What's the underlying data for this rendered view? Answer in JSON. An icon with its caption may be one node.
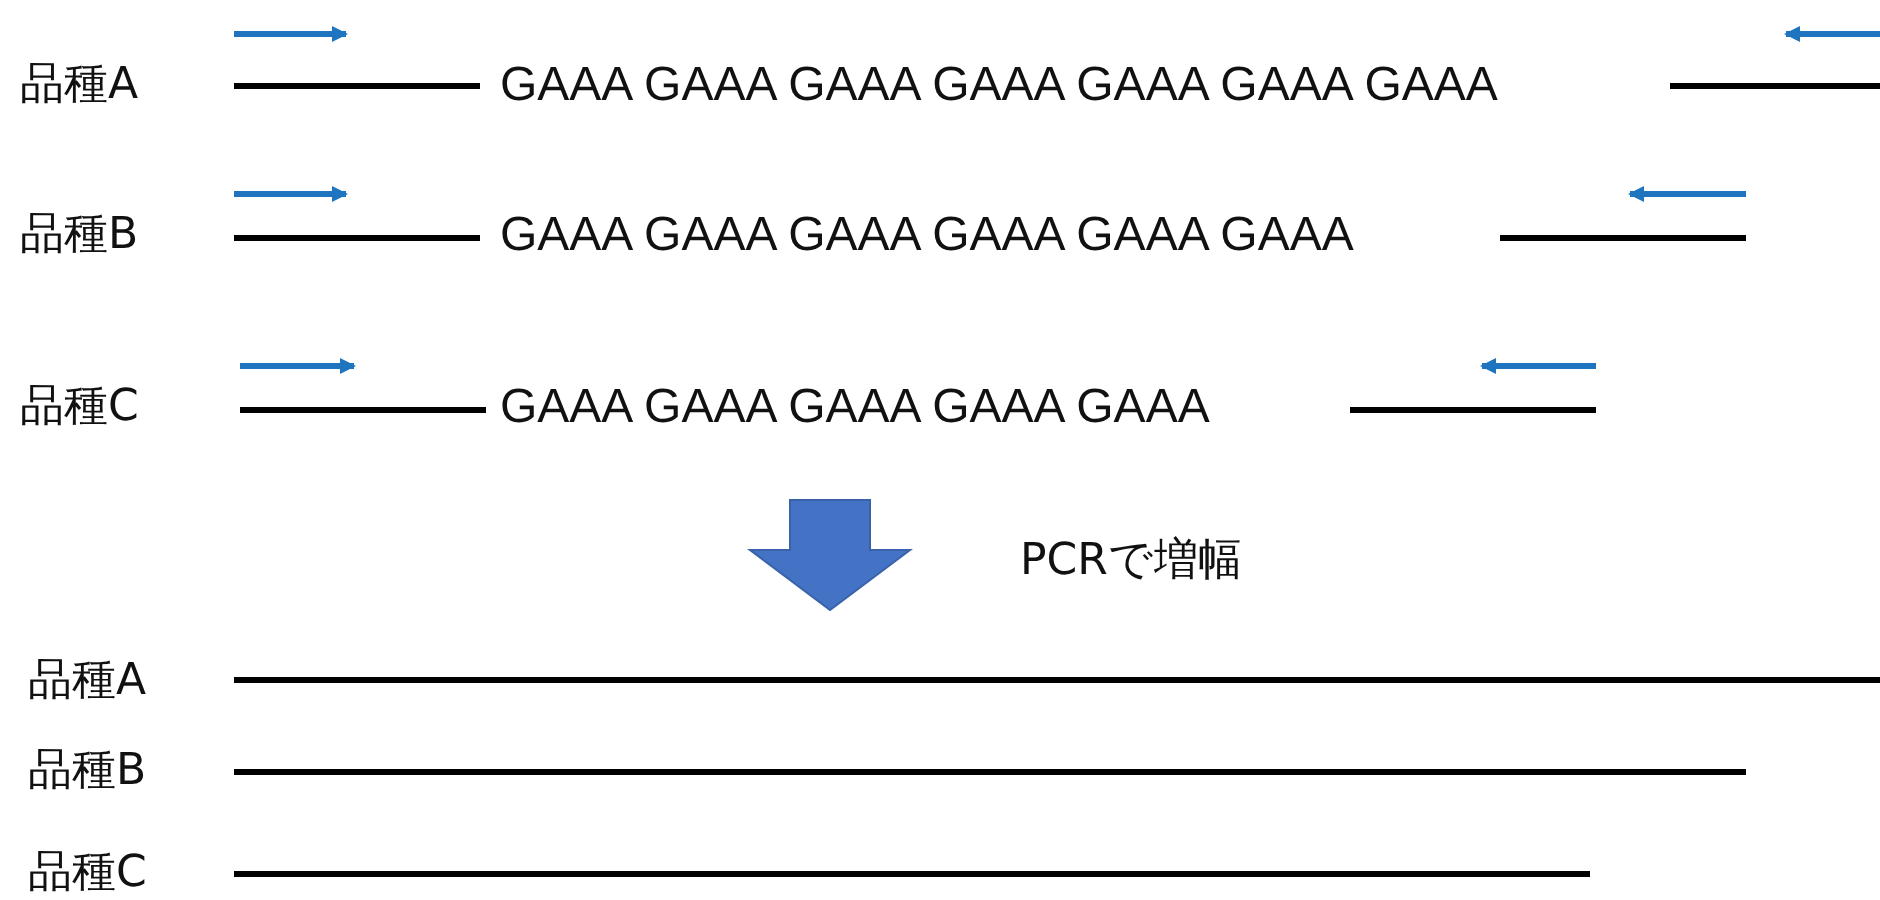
{
  "diagram": {
    "labels": [
      "品種A",
      "GAAA GAAA GAAA GAAA GAAA GAAA GAAA",
      "品種B",
      "GAAA GAAA GAAA GAAA GAAA GAAA",
      "品種C",
      "GAAA GAAA GAAA GAAA GAAA",
      "PCRで増幅",
      "品種A",
      "品種B",
      "品種C"
    ]
  }
}
